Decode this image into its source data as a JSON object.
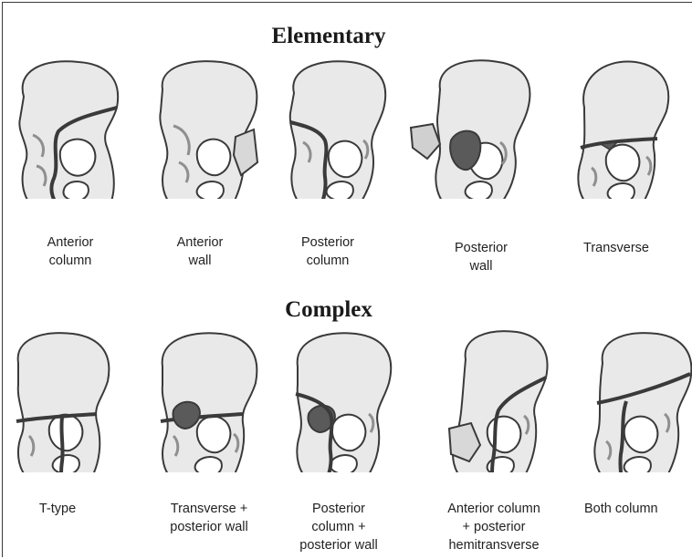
{
  "sections": {
    "elementary": {
      "title": "Elementary",
      "items": [
        {
          "lines": [
            "Anterior",
            "column"
          ]
        },
        {
          "lines": [
            "Anterior",
            "wall"
          ]
        },
        {
          "lines": [
            "Posterior",
            "column"
          ]
        },
        {
          "lines": [
            "Posterior",
            "wall"
          ]
        },
        {
          "lines": [
            "Transverse"
          ]
        }
      ]
    },
    "complex": {
      "title": "Complex",
      "items": [
        {
          "lines": [
            "T-type"
          ]
        },
        {
          "lines": [
            "Transverse +",
            "posterior wall"
          ]
        },
        {
          "lines": [
            "Posterior",
            "column +",
            "posterior wall"
          ]
        },
        {
          "lines": [
            "Anterior column",
            "+ posterior",
            "hemitransverse"
          ]
        },
        {
          "lines": [
            "Both column"
          ]
        }
      ]
    }
  },
  "colors": {
    "bone_fill": "#e9e9e9",
    "outline": "#3a3a3a",
    "shade": "#8f8f8f",
    "fragment": "#5a5a5a"
  }
}
